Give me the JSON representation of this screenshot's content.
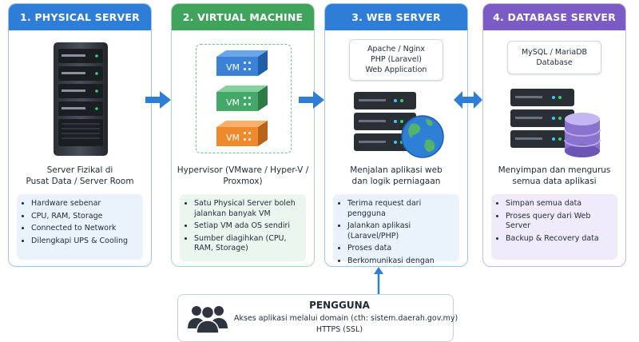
{
  "columns": [
    {
      "title": "1. PHYSICAL SERVER",
      "color": "#2e7dd7",
      "description": [
        "Server Fizikal di",
        "Pusat Data / Server Room"
      ],
      "items": [
        "Hardware sebenar",
        "CPU, RAM, Storage",
        "Connected to Network",
        "Dilengkapi UPS & Cooling"
      ]
    },
    {
      "title": "2. VIRTUAL MACHINE",
      "color": "#3fa35b",
      "description": [
        "Hypervisor (VMware / Hyper-V /",
        "Proxmox)"
      ],
      "vm_label": "VM",
      "items": [
        "Satu Physical Server boleh jalankan banyak VM",
        "Setiap VM ada OS sendiri",
        "Sumber diagihkan (CPU, RAM, Storage)"
      ]
    },
    {
      "title": "3. WEB SERVER",
      "color": "#2e7dd7",
      "stack": [
        "Apache / Nginx",
        "PHP (Laravel)",
        "Web Application"
      ],
      "description": [
        "Menjalan aplikasi web",
        "dan logik perniagaan"
      ],
      "items": [
        "Terima request dari pengguna",
        "Jalankan aplikasi (Laravel/PHP)",
        "Proses data",
        "Berkomunikasi dengan Database Server"
      ]
    },
    {
      "title": "4. DATABASE SERVER",
      "color": "#7b5cc4",
      "stack": [
        "MySQL / MariaDB",
        "Database"
      ],
      "description": [
        "Menyimpan dan mengurus",
        "semua data aplikasi"
      ],
      "items": [
        "Simpan semua data",
        "Proses query dari Web Server",
        "Backup & Recovery data"
      ]
    }
  ],
  "user": {
    "title": "PENGGUNA",
    "line1": "Akses aplikasi melalui domain (cth: sistem.daerah.gov.my)",
    "line2": "HTTPS (SSL)"
  },
  "colors": {
    "blue": "#2e7dd7",
    "green": "#3fa35b",
    "purple": "#7b5cc4",
    "vm_blue": "#3b82d6",
    "vm_green": "#43a868",
    "vm_orange": "#ef8a2c"
  }
}
